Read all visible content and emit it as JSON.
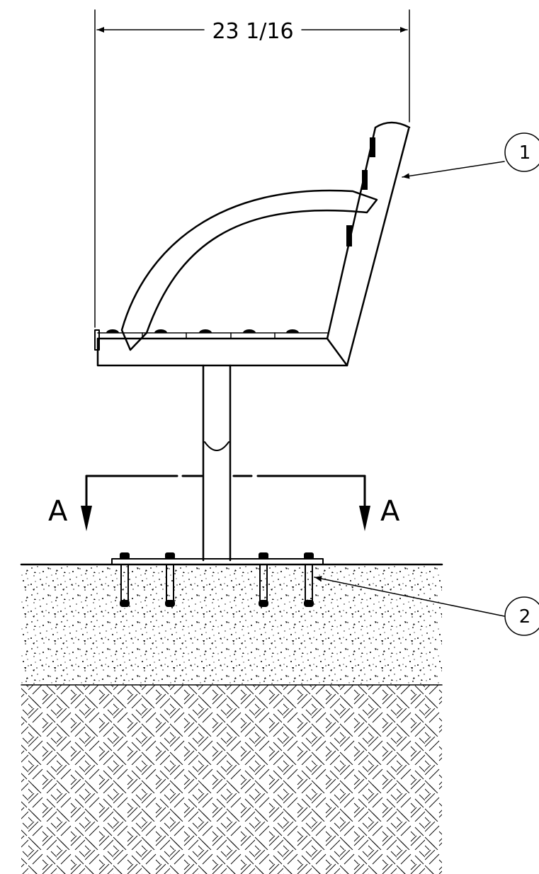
{
  "dimension": {
    "width_label": "23 1/16"
  },
  "section": {
    "left_label": "A",
    "right_label": "A"
  },
  "callouts": [
    {
      "number": "1"
    },
    {
      "number": "2"
    }
  ]
}
